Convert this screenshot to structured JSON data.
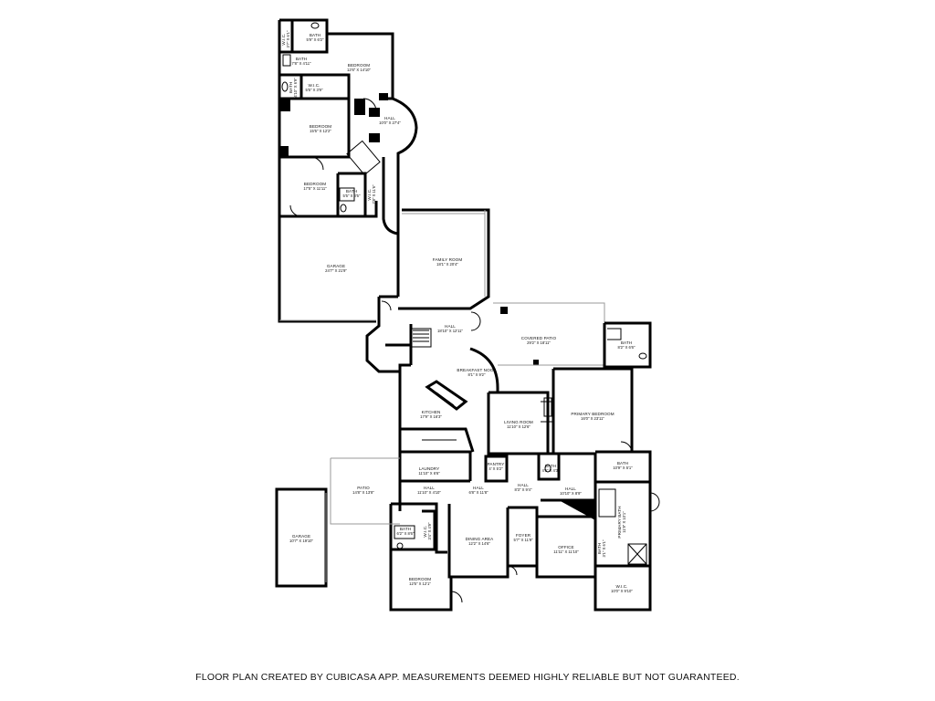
{
  "disclaimer": "FLOOR PLAN CREATED BY CUBICASA APP. MEASUREMENTS DEEMED HIGHLY RELIABLE BUT NOT GUARANTEED.",
  "rooms": [
    {
      "name": "W.I.C.",
      "dim": "3'7\" X 6'1\""
    },
    {
      "name": "BATH",
      "dim": "5'9\" X 6'2\""
    },
    {
      "name": "BATH",
      "dim": "7'8\" X 4'11\""
    },
    {
      "name": "BEDROOM",
      "dim": "12'6\" X 14'10\""
    },
    {
      "name": "BATH",
      "dim": "4'10\" X 6'9\""
    },
    {
      "name": "W.I.C.",
      "dim": "5'5\" X 3'9\""
    },
    {
      "name": "BEDROOM",
      "dim": "15'5\" X 12'2\""
    },
    {
      "name": "HALL",
      "dim": "10'0\" X 27'4\""
    },
    {
      "name": "BEDROOM",
      "dim": "17'5\" X 11'11\""
    },
    {
      "name": "BATH",
      "dim": "5'5\" X 8'5\""
    },
    {
      "name": "W.I.C.",
      "dim": "7'8\" X 11'6\""
    },
    {
      "name": "GARAGE",
      "dim": "24'7\" X 21'9\""
    },
    {
      "name": "FAMILY ROOM",
      "dim": "18'1\" X 20'4\""
    },
    {
      "name": "HALL",
      "dim": "18'10\" X 12'11\""
    },
    {
      "name": "COVERED PATIO",
      "dim": "29'2\" X 18'11\""
    },
    {
      "name": "BATH",
      "dim": "8'2\" X 6'6\""
    },
    {
      "name": "BREAKFAST NOOK",
      "dim": "8'1\" X 9'2\""
    },
    {
      "name": "KITCHEN",
      "dim": "17'9\" X 16'3\""
    },
    {
      "name": "LIVING ROOM",
      "dim": "11'10\" X 12'6\""
    },
    {
      "name": "PRIMARY BEDROOM",
      "dim": "16'0\" X 23'11\""
    },
    {
      "name": "LAUNDRY",
      "dim": "11'10\" X 6'6\""
    },
    {
      "name": "PANTRY",
      "dim": "4' X 5'2\""
    },
    {
      "name": "BATH",
      "dim": "4'6\" X 4'3\""
    },
    {
      "name": "BATH",
      "dim": "10'9\" X 5'1\""
    },
    {
      "name": "PATIO",
      "dim": "14'8\" X 13'8\""
    },
    {
      "name": "HALL",
      "dim": "11'10\" X 4'10\""
    },
    {
      "name": "HALL",
      "dim": "6'8\" X 11'8\""
    },
    {
      "name": "HALL",
      "dim": "8'3\" X 9'4\""
    },
    {
      "name": "HALL",
      "dim": "10'10\" X 8'9\""
    },
    {
      "name": "PRIMARY BATH",
      "dim": "11'9\" X 10'1\""
    },
    {
      "name": "GARAGE",
      "dim": "10'7\" X 19'10\""
    },
    {
      "name": "BATH",
      "dim": "6'2\" X 8'6\""
    },
    {
      "name": "W.I.C.",
      "dim": "3'4\" X 4'9\""
    },
    {
      "name": "DINING AREA",
      "dim": "12'2\" X 14'6\""
    },
    {
      "name": "FOYER",
      "dim": "5'7\" X 11'9\""
    },
    {
      "name": "OFFICE",
      "dim": "11'11\" X 11'10\""
    },
    {
      "name": "BATH",
      "dim": "3'1\" X 6'1\""
    },
    {
      "name": "BEDROOM",
      "dim": "12'5\" X 12'1\""
    },
    {
      "name": "W.I.C.",
      "dim": "10'0\" X 9'10\""
    }
  ]
}
